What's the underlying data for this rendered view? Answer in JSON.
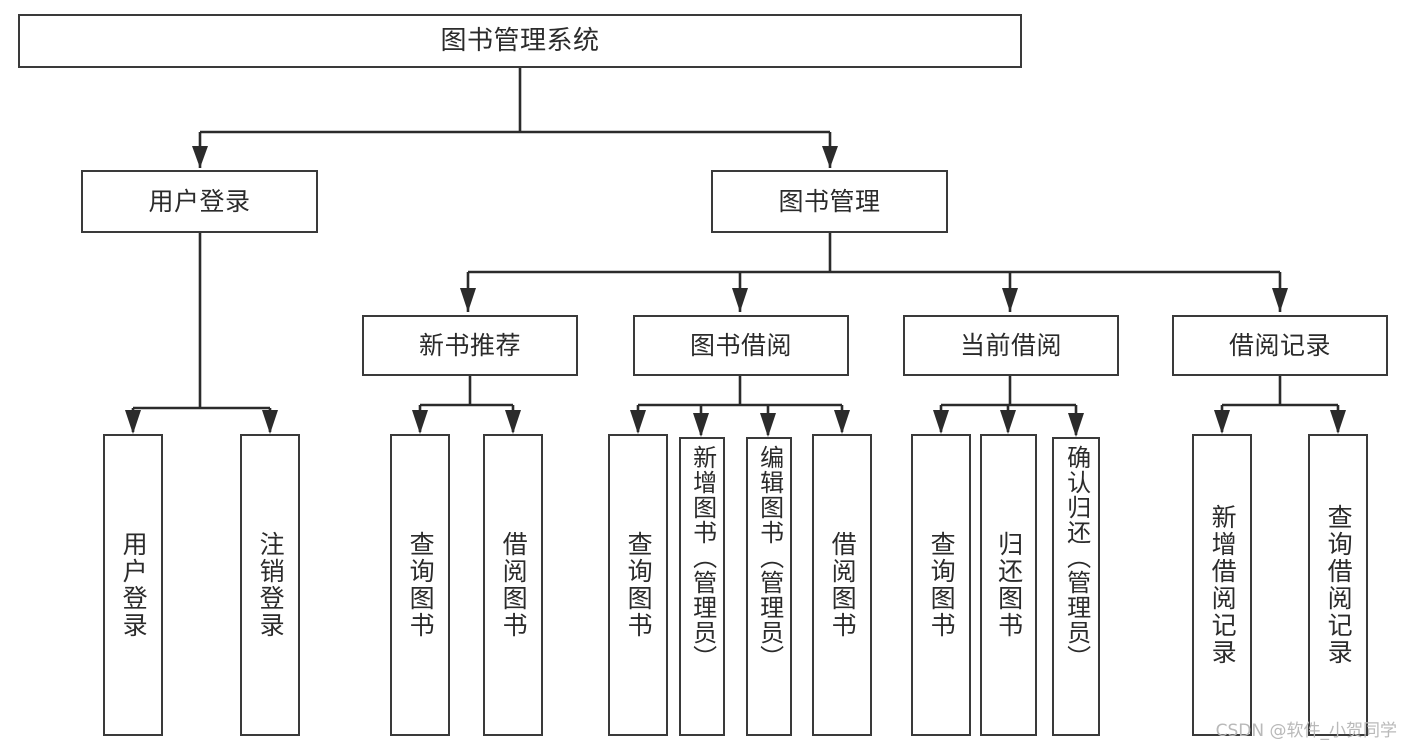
{
  "diagram": {
    "title": "图书管理系统",
    "type": "hierarchy-tree",
    "levels": 4,
    "colors": {
      "box_border": "#3a3a3a",
      "box_fill": "#ffffff",
      "edge": "#2b2b2b",
      "text": "#2b2b2b",
      "watermark": "#b9b9b9"
    },
    "root": {
      "label": "图书管理系统"
    },
    "level2": [
      {
        "label": "用户登录"
      },
      {
        "label": "图书管理"
      }
    ],
    "level3": [
      {
        "label": "新书推荐"
      },
      {
        "label": "图书借阅"
      },
      {
        "label": "当前借阅"
      },
      {
        "label": "借阅记录"
      }
    ],
    "leaves": {
      "user_login": [
        {
          "label": "用户登录"
        },
        {
          "label": "注销登录"
        }
      ],
      "new_book_recommend": [
        {
          "label": "查询图书"
        },
        {
          "label": "借阅图书"
        }
      ],
      "book_borrow": [
        {
          "label": "查询图书"
        },
        {
          "label": "新增图书（管理员）"
        },
        {
          "label": "编辑图书（管理员）"
        },
        {
          "label": "借阅图书"
        }
      ],
      "current_borrow": [
        {
          "label": "查询图书"
        },
        {
          "label": "归还图书"
        },
        {
          "label": "确认归还（管理员）"
        }
      ],
      "borrow_records": [
        {
          "label": "新增借阅记录"
        },
        {
          "label": "查询借阅记录"
        }
      ]
    }
  },
  "watermark": {
    "text": "CSDN @软件_小贺同学"
  }
}
